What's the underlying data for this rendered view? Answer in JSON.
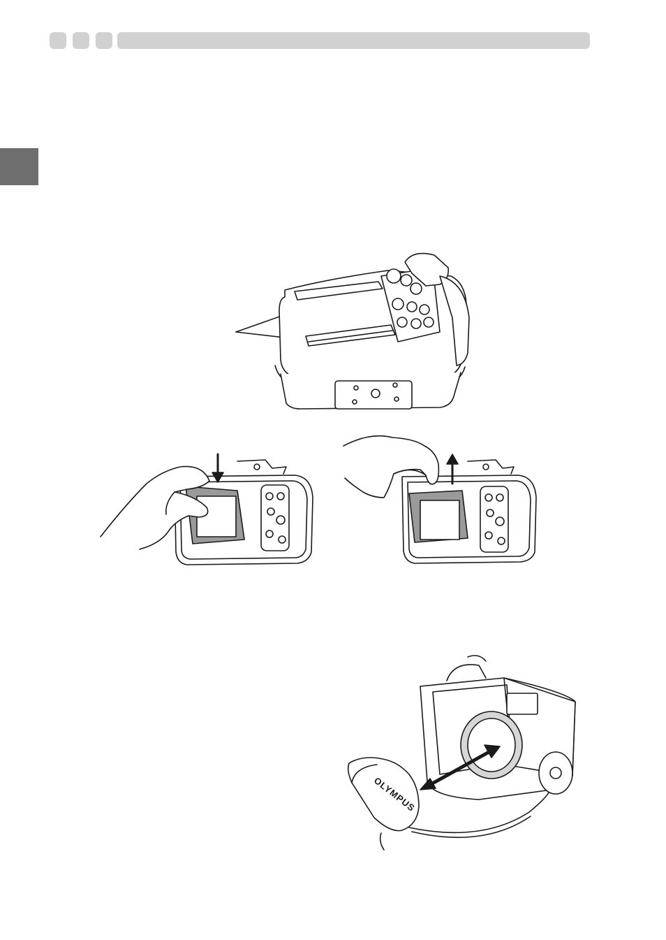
{
  "header": {
    "boxes": [
      {
        "id": "square-1"
      },
      {
        "id": "square-2"
      },
      {
        "id": "square-3"
      },
      {
        "id": "title-bar"
      }
    ],
    "color": "#d1d1d1"
  },
  "side_tab": {
    "color": "#6e6e6e"
  },
  "figures": {
    "figure_1": {
      "icon": "housing-rear-view-illustration"
    },
    "figure_2": {
      "icon": "attach-lcd-hood-illustration",
      "arrow": "down"
    },
    "figure_3": {
      "icon": "detach-lcd-hood-illustration",
      "arrow": "up"
    },
    "figure_4": {
      "icon": "lens-cap-removal-illustration",
      "logo_text": "OLYMPUS"
    }
  }
}
